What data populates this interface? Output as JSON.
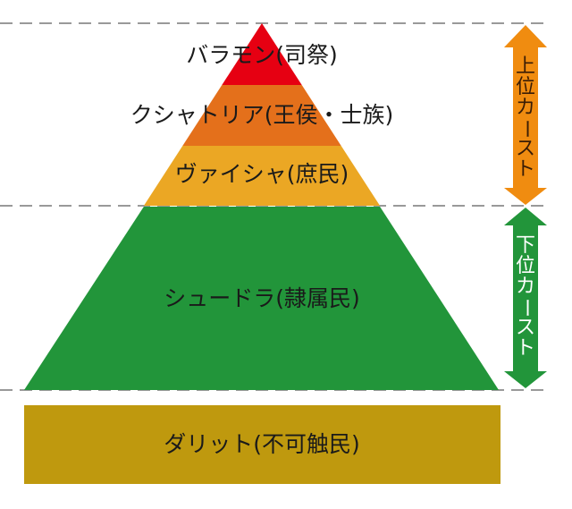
{
  "title": "カースト制度",
  "colors": {
    "brahmin": "#e60012",
    "kshatriya": "#e4701b",
    "vaishya": "#eba724",
    "shudra": "#22953a",
    "dalit": "#bf990e",
    "upper_arrow": "#f08c10",
    "lower_arrow": "#22953a",
    "dash": "#999999"
  },
  "tiers": [
    {
      "label": "バラモン(司祭)"
    },
    {
      "label": "クシャトリア(王侯・士族)"
    },
    {
      "label": "ヴァイシャ(庶民)"
    },
    {
      "label": "シュードラ(隷属民)"
    }
  ],
  "outcaste": {
    "label": "ダリット(不可触民)"
  },
  "arrows": {
    "upper": [
      "上",
      "位",
      "カ",
      "ー",
      "ス",
      "ト"
    ],
    "lower": [
      "下",
      "位",
      "カ",
      "ー",
      "ス",
      "ト"
    ]
  }
}
